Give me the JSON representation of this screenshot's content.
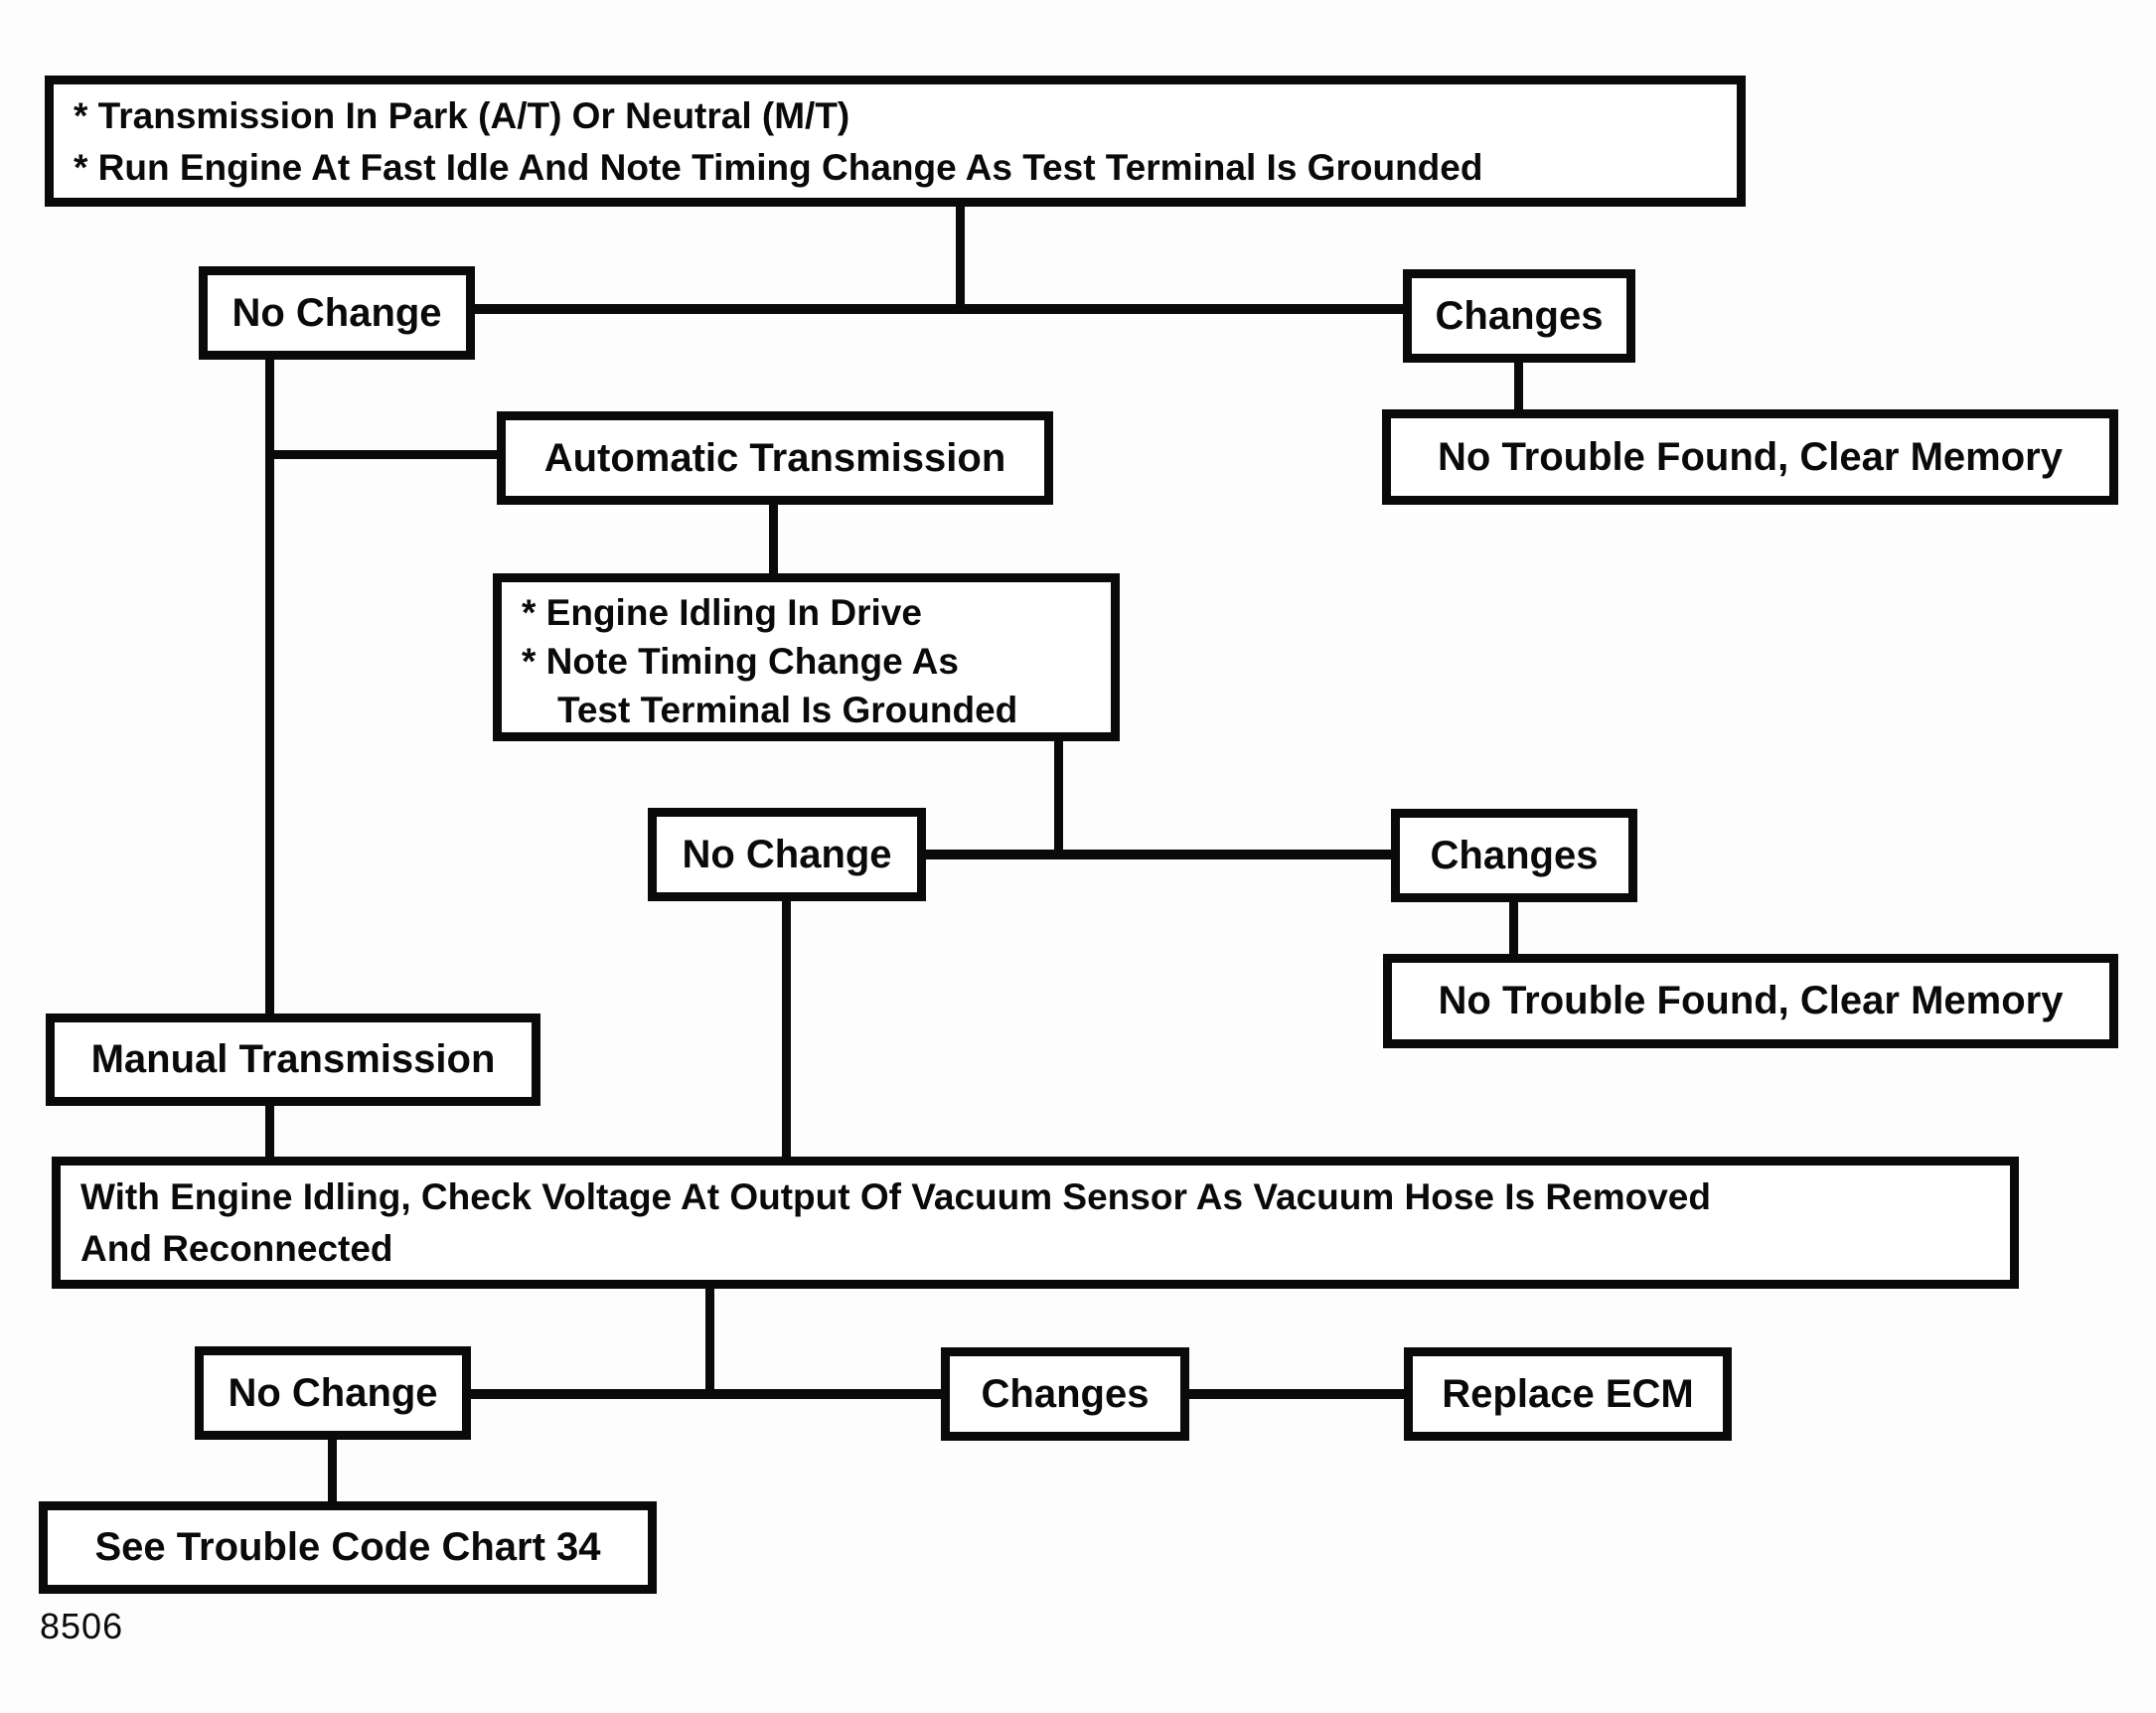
{
  "figure_number": "8506",
  "nodes": {
    "initial": {
      "lines": [
        "* Transmission In Park (A/T) Or Neutral (M/T)",
        "* Run Engine At Fast Idle And Note Timing Change As Test Terminal Is Grounded"
      ]
    },
    "no_change_1": {
      "label": "No Change"
    },
    "changes_1": {
      "label": "Changes"
    },
    "no_trouble_found_1": {
      "label": "No Trouble Found, Clear Memory"
    },
    "automatic_transmission": {
      "label": "Automatic Transmission"
    },
    "engine_idling": {
      "lines": [
        "* Engine Idling In Drive",
        "* Note Timing Change As",
        "Test Terminal Is Grounded"
      ]
    },
    "no_change_2": {
      "label": "No Change"
    },
    "changes_2": {
      "label": "Changes"
    },
    "no_trouble_found_2": {
      "label": "No Trouble Found, Clear Memory"
    },
    "manual_transmission": {
      "label": "Manual Transmission"
    },
    "check_voltage": {
      "lines": [
        "With Engine Idling, Check Voltage At Output Of Vacuum Sensor As Vacuum Hose Is Removed",
        "And Reconnected"
      ]
    },
    "no_change_3": {
      "label": "No Change"
    },
    "changes_3": {
      "label": "Changes"
    },
    "replace_ecm": {
      "label": "Replace ECM"
    },
    "see_trouble_code_chart": {
      "label": "See Trouble Code Chart 34"
    }
  },
  "edges": [
    {
      "from": "initial",
      "to": "no_change_1"
    },
    {
      "from": "initial",
      "to": "changes_1"
    },
    {
      "from": "changes_1",
      "to": "no_trouble_found_1"
    },
    {
      "from": "no_change_1",
      "to": "automatic_transmission"
    },
    {
      "from": "no_change_1",
      "to": "manual_transmission"
    },
    {
      "from": "automatic_transmission",
      "to": "engine_idling"
    },
    {
      "from": "engine_idling",
      "to": "no_change_2"
    },
    {
      "from": "engine_idling",
      "to": "changes_2"
    },
    {
      "from": "changes_2",
      "to": "no_trouble_found_2"
    },
    {
      "from": "no_change_2",
      "to": "check_voltage"
    },
    {
      "from": "manual_transmission",
      "to": "check_voltage"
    },
    {
      "from": "check_voltage",
      "to": "no_change_3"
    },
    {
      "from": "check_voltage",
      "to": "changes_3"
    },
    {
      "from": "no_change_3",
      "to": "see_trouble_code_chart"
    },
    {
      "from": "changes_3",
      "to": "replace_ecm"
    }
  ],
  "colors": {
    "ink": "#0a0a0a",
    "paper": "#ffffff"
  }
}
